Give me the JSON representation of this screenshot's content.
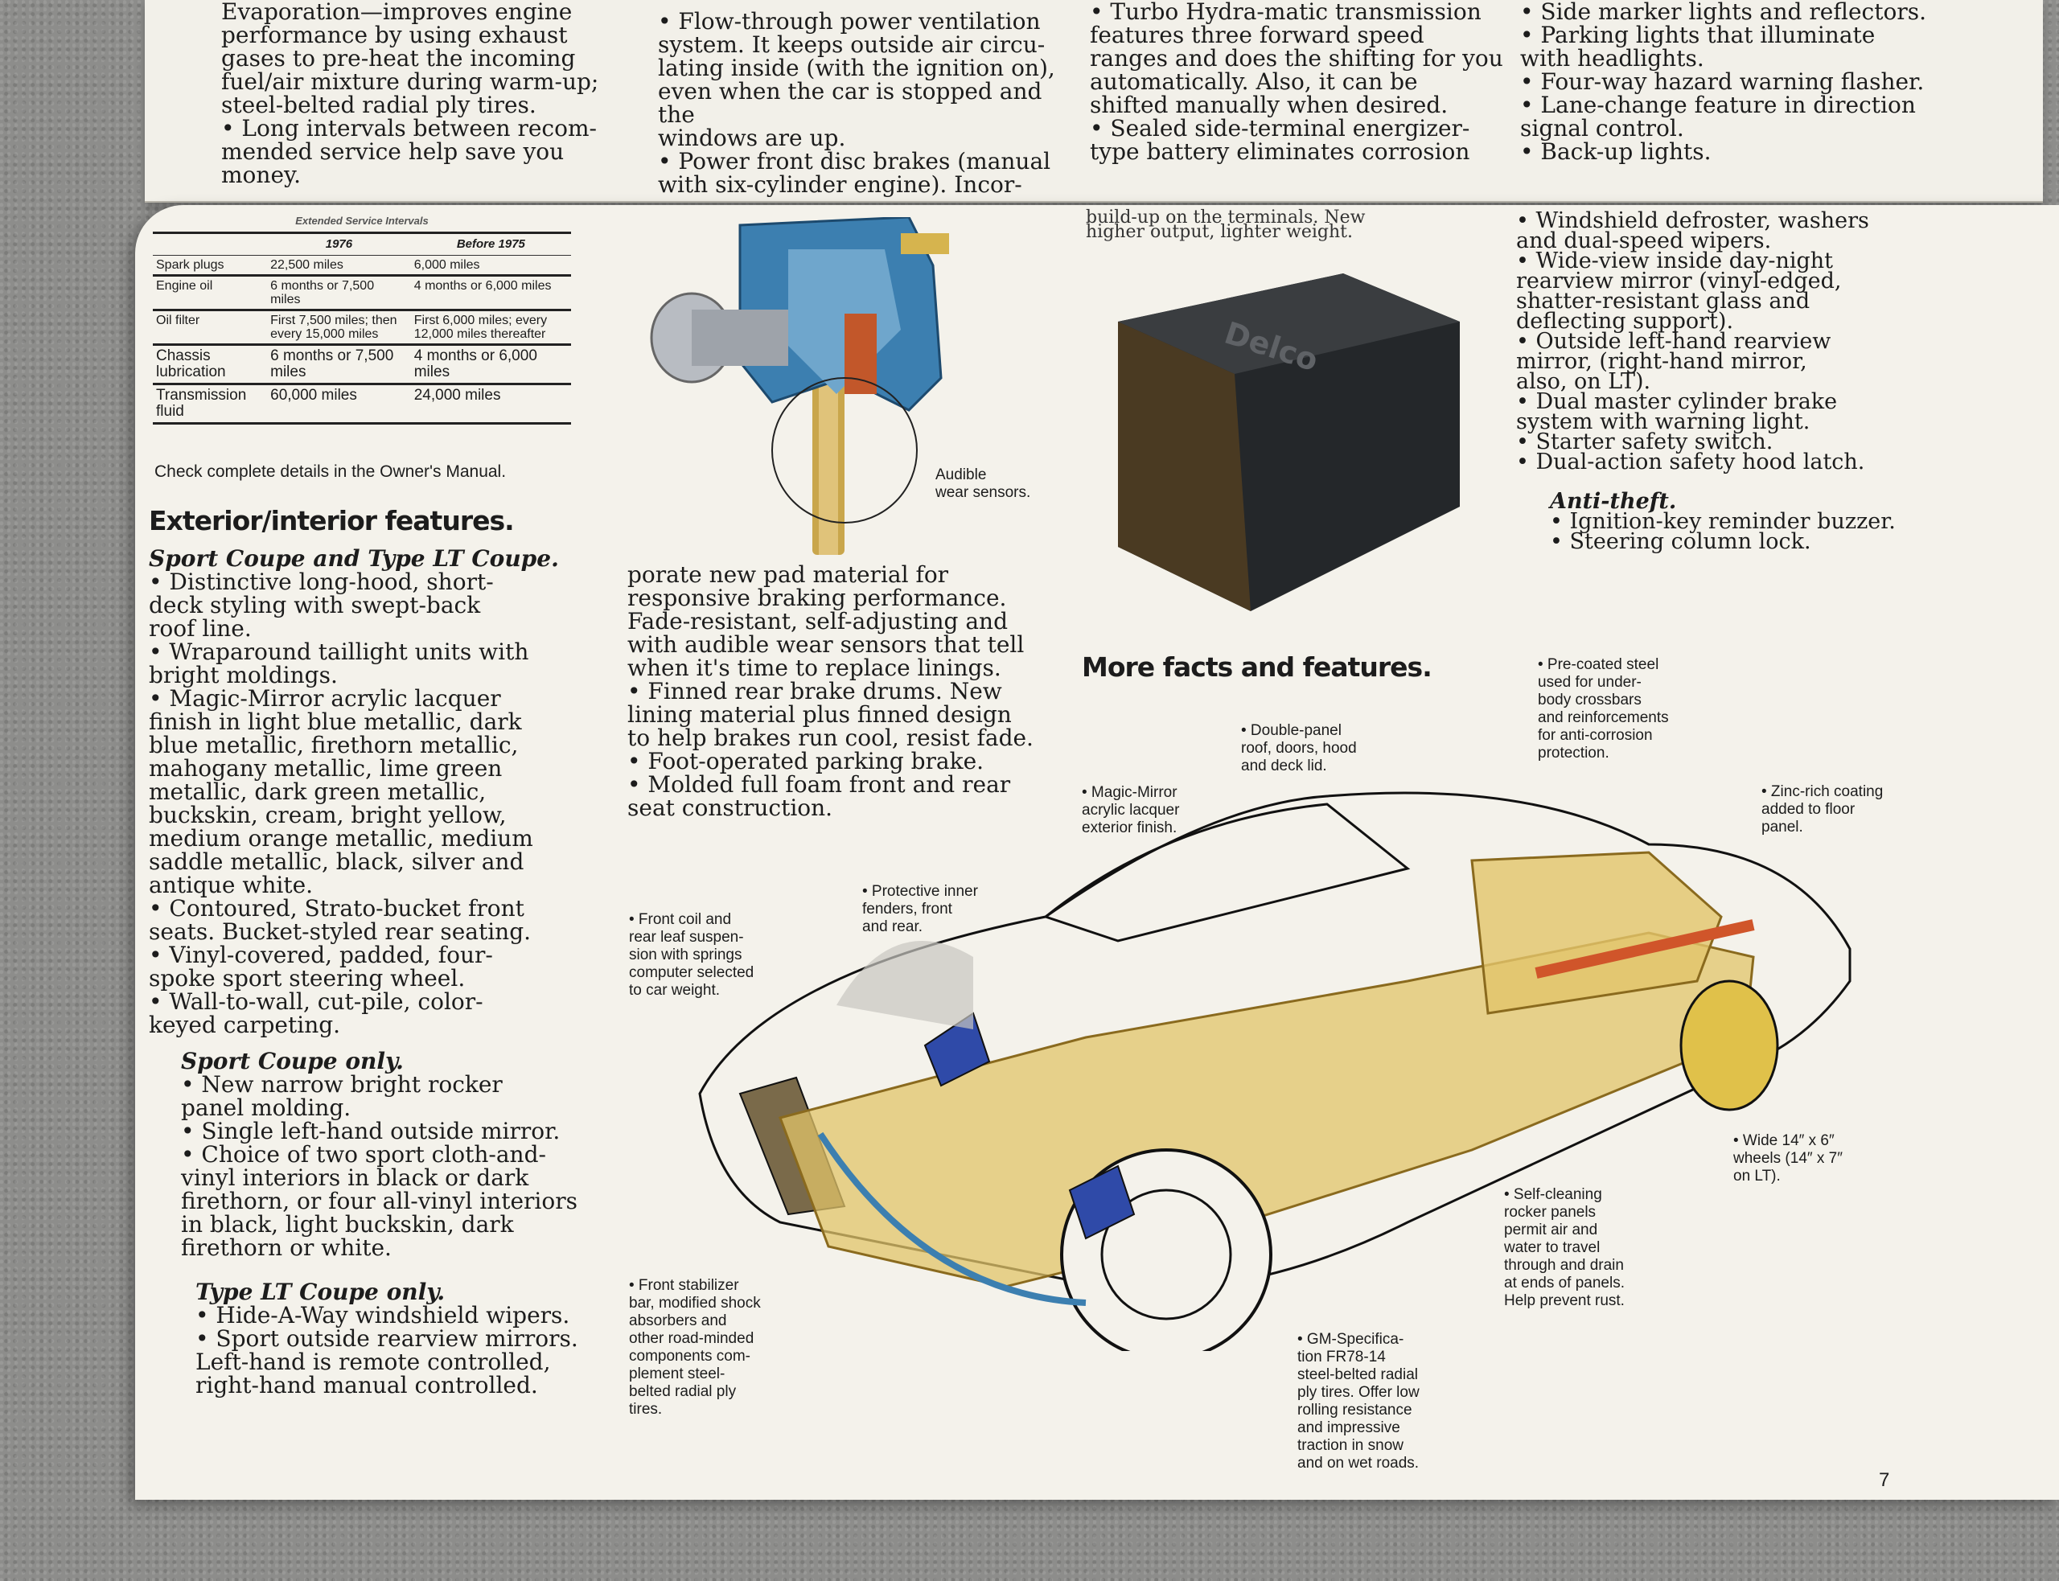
{
  "top": {
    "col1": [
      "Evaporation—improves engine",
      "performance by using exhaust",
      "gases to pre-heat the incoming",
      "fuel/air mixture during warm-up;",
      "steel-belted radial ply tires.",
      "• Long intervals between recom-",
      "mended service help save you",
      "money."
    ],
    "col2": [
      "• Flow-through power ventilation",
      "system. It keeps outside air circu-",
      "lating inside (with the ignition on),",
      "even when the car is stopped and the",
      "windows are up.",
      "• Power front disc brakes (manual",
      "with six-cylinder engine). Incor-"
    ],
    "col3": [
      "• Turbo Hydra-matic transmission",
      "features three forward speed",
      "ranges and does the shifting for you",
      "automatically. Also, it can be",
      "shifted manually when desired.",
      "• Sealed side-terminal energizer-",
      "type battery eliminates corrosion"
    ],
    "col4": [
      "• Side marker lights and reflectors.",
      "• Parking lights that illuminate",
      "with headlights.",
      "• Four-way hazard warning flasher.",
      "• Lane-change feature in direction",
      "signal control.",
      "• Back-up lights."
    ]
  },
  "service_table": {
    "caption": "Extended Service Intervals",
    "col_1976": "1976",
    "col_before": "Before 1975",
    "rows": [
      {
        "item": "Spark plugs",
        "y1976": "22,500 miles",
        "before": "6,000 miles"
      },
      {
        "item": "Engine oil",
        "y1976": "6 months or 7,500 miles",
        "before": "4 months or 6,000 miles"
      },
      {
        "item": "Oil filter",
        "y1976": "First 7,500 miles; then every 15,000 miles",
        "before": "First 6,000 miles; every 12,000 miles thereafter"
      },
      {
        "item": "Chassis lubrication",
        "y1976": "6 months or 7,500 miles",
        "before": "4 months or 6,000 miles"
      },
      {
        "item": "Transmission fluid",
        "y1976": "60,000 miles",
        "before": "24,000 miles"
      }
    ],
    "note": "Check complete details in the Owner's Manual."
  },
  "left": {
    "heading": "Exterior/interior features.",
    "sub1": "Sport Coupe and Type LT Coupe.",
    "para1": [
      "• Distinctive long-hood, short-",
      "deck styling with swept-back",
      "roof line.",
      "• Wraparound taillight units with",
      "bright moldings.",
      "• Magic-Mirror acrylic lacquer",
      "finish in light blue metallic, dark",
      "blue metallic, firethorn metallic,",
      "mahogany metallic, lime green",
      "metallic, dark green metallic,",
      "buckskin, cream, bright yellow,",
      "medium orange metallic, medium",
      "saddle metallic, black, silver and",
      "antique white.",
      "• Contoured, Strato-bucket front",
      "seats. Bucket-styled rear seating.",
      "• Vinyl-covered, padded, four-",
      "spoke sport steering wheel.",
      "• Wall-to-wall, cut-pile, color-",
      "keyed carpeting."
    ],
    "sub2": "Sport Coupe only.",
    "para2": [
      "• New narrow bright rocker",
      "panel molding.",
      "• Single left-hand outside mirror.",
      "• Choice of two sport cloth-and-",
      "vinyl interiors in black or dark",
      "firethorn, or four all-vinyl interiors",
      "in black, light buckskin, dark",
      "firethorn or white."
    ],
    "sub3": "Type LT Coupe only.",
    "para3": [
      "• Hide-A-Way windshield wipers.",
      "• Sport outside rearview mirrors.",
      "Left-hand is remote controlled,",
      "right-hand manual controlled."
    ]
  },
  "middle": {
    "para": [
      "porate new pad material for",
      "responsive braking performance.",
      "Fade-resistant, self-adjusting and",
      "with audible wear sensors that tell",
      "when it's time to replace linings.",
      "• Finned rear brake drums. New",
      "lining material plus finned design",
      "to help brakes run cool, resist fade.",
      "• Foot-operated parking brake.",
      "• Molded full foam front and rear",
      "seat construction."
    ],
    "sensor_label": [
      "Audible",
      "wear sensors."
    ]
  },
  "battery": {
    "caption": [
      "build-up on the terminals. New",
      "higher output, lighter weight."
    ],
    "brand": "Delco"
  },
  "right": {
    "para": [
      "• Windshield defroster, washers",
      "and dual-speed wipers.",
      "• Wide-view inside day-night",
      "rearview mirror (vinyl-edged,",
      "shatter-resistant glass and",
      "deflecting support).",
      "• Outside left-hand rearview",
      "mirror, (right-hand mirror,",
      "also, on LT).",
      "• Dual master cylinder brake",
      "system with warning light.",
      "• Starter safety switch.",
      "• Dual-action safety hood latch."
    ],
    "sub": "Anti-theft.",
    "anti": [
      "• Ignition-key reminder buzzer.",
      "• Steering column lock."
    ]
  },
  "facts": {
    "heading": "More facts and features.",
    "labels": {
      "precoated": [
        "• Pre-coated steel",
        "used for under-",
        "body crossbars",
        "and reinforcements",
        "for anti-corrosion",
        "protection."
      ],
      "double_panel": [
        "• Double-panel",
        "roof, doors, hood",
        "and deck lid."
      ],
      "magic_mirror": [
        "• Magic-Mirror",
        "acrylic lacquer",
        "exterior finish."
      ],
      "zinc": [
        "• Zinc-rich coating",
        "added to floor",
        "panel."
      ],
      "fenders": [
        "• Protective inner",
        "fenders, front",
        "and rear."
      ],
      "coil": [
        "• Front coil and",
        "rear leaf suspen-",
        "sion with springs",
        "computer selected",
        "to car weight."
      ],
      "wheels": [
        "• Wide 14″ x 6″",
        "wheels (14″ x 7″",
        "on LT)."
      ],
      "rocker": [
        "• Self-cleaning",
        "rocker panels",
        "permit air and",
        "water to travel",
        "through and drain",
        "at ends of panels.",
        "Help prevent rust."
      ],
      "stabilizer": [
        "• Front stabilizer",
        "bar, modified shock",
        "absorbers and",
        "other road-minded",
        "components com-",
        "plement steel-",
        "belted radial ply",
        "tires."
      ],
      "tires": [
        "• GM-Specifica-",
        "tion FR78-14",
        "steel-belted radial",
        "ply tires. Offer low",
        "rolling resistance",
        "and impressive",
        "traction in snow",
        "and on wet roads."
      ]
    }
  },
  "page_number": "7",
  "colors": {
    "paper": "#f4f2eb",
    "chassis": "#e2c46a",
    "brake_blue": "#3c7fb0",
    "battery_dark": "#2a2c2e",
    "carpet": "#8d8d8b"
  }
}
